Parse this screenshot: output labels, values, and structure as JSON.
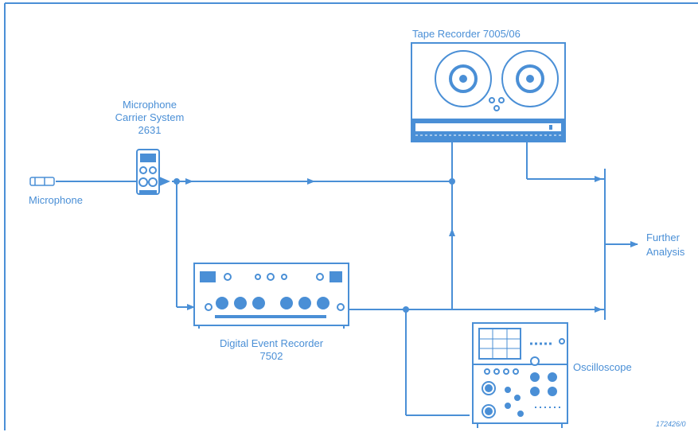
{
  "colors": {
    "line": "#4a8fd6",
    "fill": "#ffffff",
    "panel": "#4a8fd6"
  },
  "labels": {
    "tape_recorder": "Tape Recorder 7005/06",
    "carrier_line1": "Microphone",
    "carrier_line2": "Carrier System",
    "carrier_line3": "2631",
    "microphone": "Microphone",
    "event_recorder_line1": "Digital Event Recorder",
    "event_recorder_line2": "7502",
    "oscilloscope": "Oscilloscope",
    "analysis_line1": "Further",
    "analysis_line2": "Analysis",
    "figure_code": "172426/0"
  }
}
